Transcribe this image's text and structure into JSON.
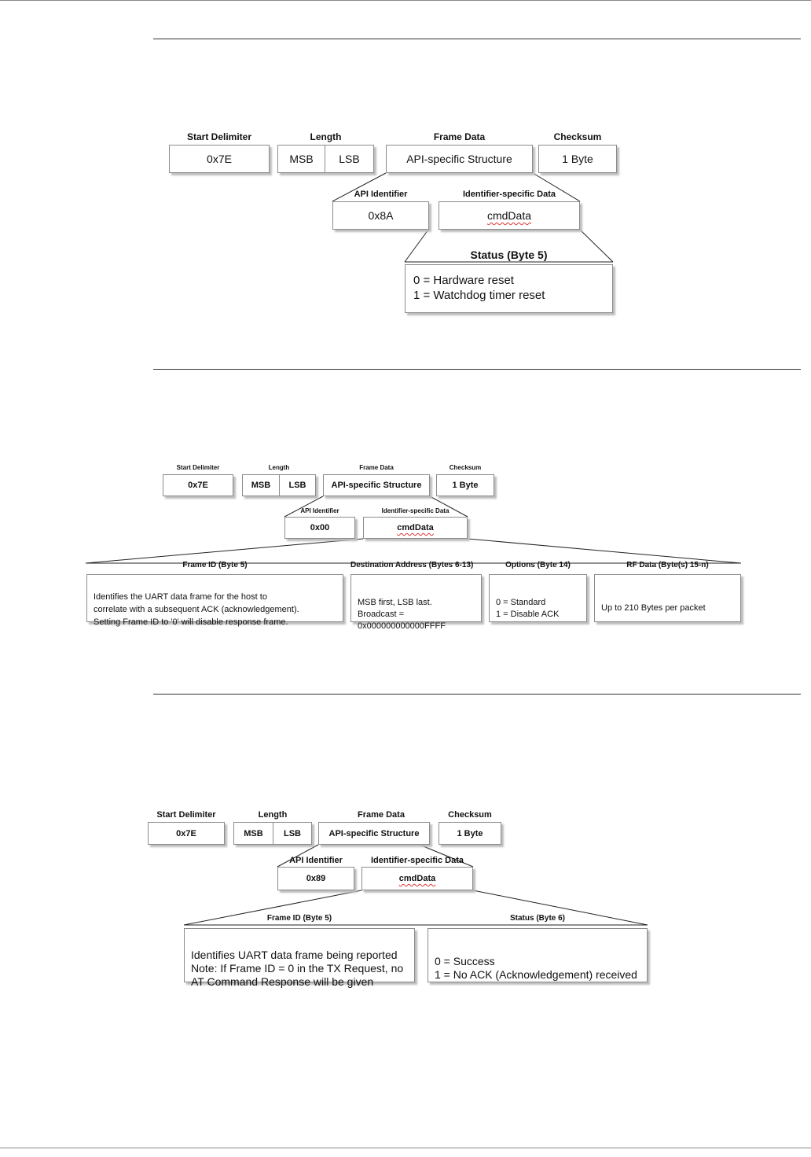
{
  "diagrams": [
    {
      "top_labels": [
        "Start Delimiter",
        "Length",
        "Frame Data",
        "Checksum"
      ],
      "start_delimiter": "0x7E",
      "length": [
        "MSB",
        "LSB"
      ],
      "frame_data": "API-specific Structure",
      "checksum": "1 Byte",
      "sub_labels": [
        "API Identifier",
        "Identifier-specific Data"
      ],
      "api_identifier": "0x8A",
      "cmd_data": "cmdData",
      "fields": [
        {
          "label": "Status (Byte 5)",
          "text": "0 = Hardware  reset\n1 = Watchdog timer reset"
        }
      ]
    },
    {
      "top_labels": [
        "Start Delimiter",
        "Length",
        "Frame Data",
        "Checksum"
      ],
      "start_delimiter": "0x7E",
      "length": [
        "MSB",
        "LSB"
      ],
      "frame_data": "API-specific Structure",
      "checksum": "1 Byte",
      "sub_labels": [
        "API Identifier",
        "Identifier-specific  Data"
      ],
      "api_identifier": "0x00",
      "cmd_data": "cmdData",
      "fields": [
        {
          "label": "Frame ID (Byte 5)",
          "text": "Identifies the UART data frame for the host to\ncorrelate with a subsequent ACK (acknowledgement).\nSetting Frame ID to '0' will disable response frame."
        },
        {
          "label": "Destination Address (Bytes 6-13)",
          "text": "MSB first,  LSB last.\nBroadcast =\n0x000000000000FFFF"
        },
        {
          "label": "Options (Byte 14)",
          "text": "0 = Standard\n1 = Disable  ACK"
        },
        {
          "label": "RF Data (Byte(s) 15-n)",
          "text": "Up to 210 Bytes per packet"
        }
      ]
    },
    {
      "top_labels": [
        "Start Delimiter",
        "Length",
        "Frame Data",
        "Checksum"
      ],
      "start_delimiter": "0x7E",
      "length": [
        "MSB",
        "LSB"
      ],
      "frame_data": "API-specific Structure",
      "checksum": "1 Byte",
      "sub_labels": [
        "API Identifier",
        "Identifier-specific Data"
      ],
      "api_identifier": "0x89",
      "cmd_data": "cmdData",
      "fields": [
        {
          "label": "Frame ID (Byte 5)",
          "text": "Identifies UART data frame being reported\nNote: If Frame ID = 0 in the TX Request, no\nAT Command Response will be given"
        },
        {
          "label": "Status (Byte 6)",
          "text": "0 = Success\n1 = No ACK (Acknowledgement) received"
        }
      ]
    }
  ]
}
